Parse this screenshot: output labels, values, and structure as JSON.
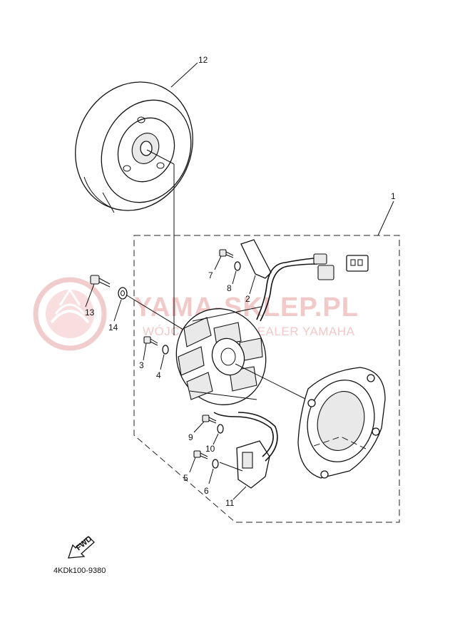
{
  "diagram": {
    "drawing_code": "4KDk100-9380",
    "fwd_label": "FWD",
    "watermark": {
      "title": "YAMA-SKLEP.PL",
      "subtitle": "WÓJCIK - SKLEP DEALER YAMAHA"
    },
    "callouts": [
      {
        "id": "c1",
        "label": "1"
      },
      {
        "id": "c2",
        "label": "2"
      },
      {
        "id": "c3",
        "label": "3"
      },
      {
        "id": "c4",
        "label": "4"
      },
      {
        "id": "c5",
        "label": "5"
      },
      {
        "id": "c6",
        "label": "6"
      },
      {
        "id": "c7",
        "label": "7"
      },
      {
        "id": "c8",
        "label": "8"
      },
      {
        "id": "c9",
        "label": "9"
      },
      {
        "id": "c10",
        "label": "10"
      },
      {
        "id": "c11",
        "label": "11"
      },
      {
        "id": "c12",
        "label": "12"
      },
      {
        "id": "c13",
        "label": "13"
      },
      {
        "id": "c14",
        "label": "14"
      }
    ]
  }
}
